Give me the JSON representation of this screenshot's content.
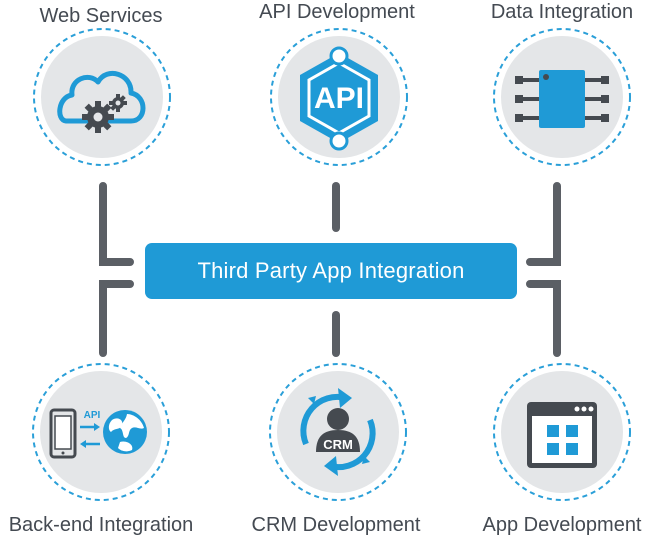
{
  "hub": {
    "label": "Third Party App Integration"
  },
  "services": [
    {
      "id": "web-services",
      "label": "Web Services",
      "icon": "cloud-gears-icon"
    },
    {
      "id": "api-development",
      "label": "API Development",
      "icon": "api-hexagon-icon",
      "icon_text": "API"
    },
    {
      "id": "data-integration",
      "label": "Data Integration",
      "icon": "chip-icon"
    },
    {
      "id": "back-end-integration",
      "label": "Back-end Integration",
      "icon": "phone-globe-icon",
      "icon_text": "API"
    },
    {
      "id": "crm-development",
      "label": "CRM Development",
      "icon": "crm-cycle-icon",
      "icon_text": "CRM"
    },
    {
      "id": "app-development",
      "label": "App Development",
      "icon": "app-window-icon"
    }
  ],
  "colors": {
    "accent": "#1f9ad6",
    "connector": "#5b5f65",
    "circle_fill": "#e4e6e8",
    "dashed_ring": "#2a9fd8",
    "label_text": "#444a52",
    "icon_dark": "#454a50"
  }
}
